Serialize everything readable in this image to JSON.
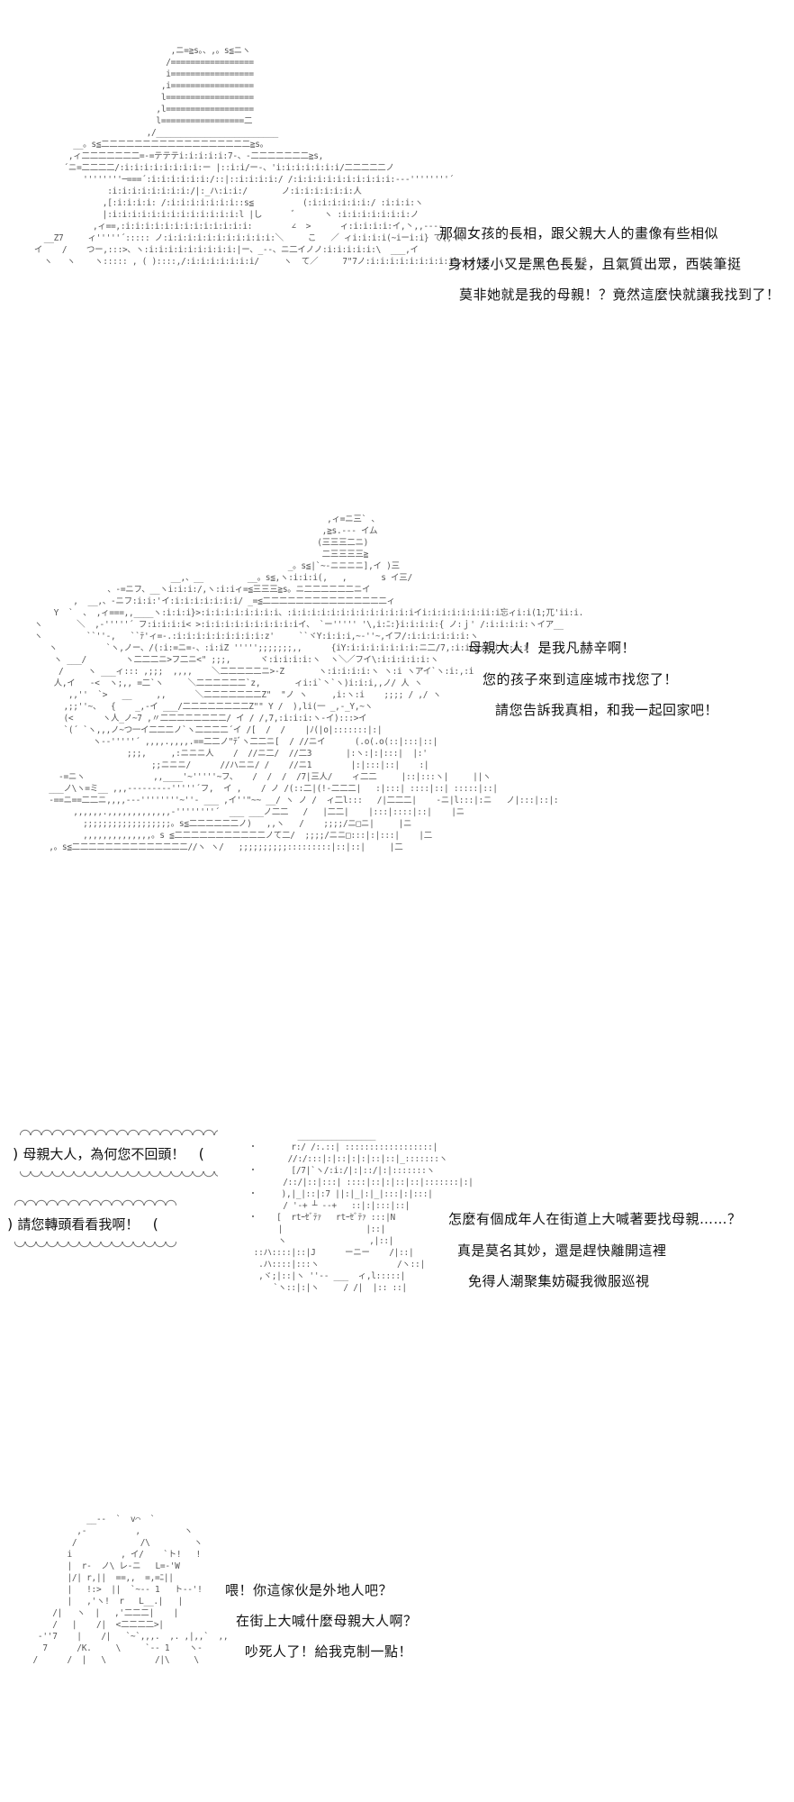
{
  "panel1": {
    "lines": [
      "那個女孩的長相，跟父親大人的畫像有些相似",
      "身材矮小又是黑色長髮，且氣質出眾，西裝筆挺",
      "莫非她就是我的母親！？竟然這麼快就讓我找到了！"
    ]
  },
  "panel2": {
    "lines": [
      "母親大人！是我凡赫辛啊！",
      "您的孩子來到這座城市找您了！",
      "請您告訴我真相，和我一起回家吧！"
    ]
  },
  "panel3": {
    "shouts": [
      "母親大人，為何您不回頭！",
      "請您轉頭看看我啊！"
    ],
    "lines": [
      "怎麼有個成年人在街道上大喊著要找母親……？",
      "真是莫名其妙，還是趕快離開這裡",
      "免得人潮聚集妨礙我微服巡視"
    ]
  },
  "panel4": {
    "lines": [
      "喂！你這傢伙是外地人吧？",
      "在街上大喊什麼母親大人啊？",
      "吵死人了！給我克制一點！"
    ]
  }
}
